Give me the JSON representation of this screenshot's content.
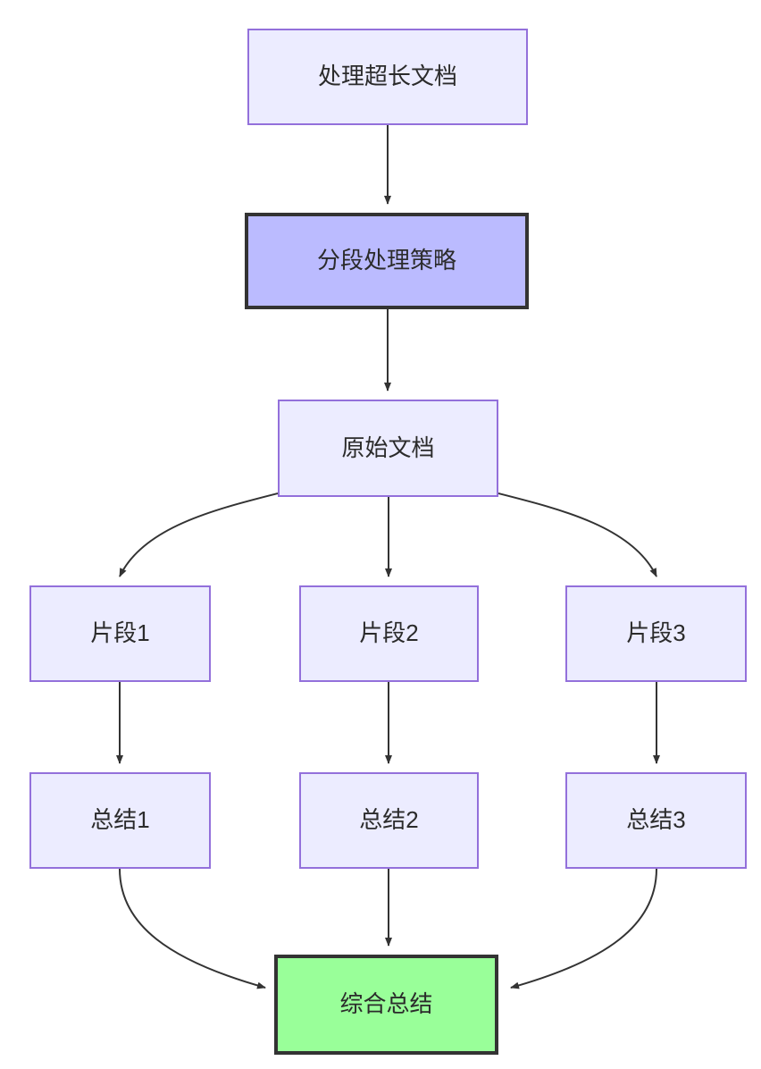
{
  "diagram": {
    "type": "flowchart",
    "direction": "top-down",
    "background_color": "#ffffff",
    "edge_color": "#333333",
    "nodes": [
      {
        "id": "root",
        "label": "处理超长文档",
        "style": "default",
        "fill": "#ECECFF",
        "stroke": "#9370DB"
      },
      {
        "id": "strategy",
        "label": "分段处理策略",
        "style": "strategy",
        "fill": "#BBBBFF",
        "stroke": "#333333"
      },
      {
        "id": "source",
        "label": "原始文档",
        "style": "default",
        "fill": "#ECECFF",
        "stroke": "#9370DB"
      },
      {
        "id": "chunk1",
        "label": "片段1",
        "style": "default",
        "fill": "#ECECFF",
        "stroke": "#9370DB"
      },
      {
        "id": "chunk2",
        "label": "片段2",
        "style": "default",
        "fill": "#ECECFF",
        "stroke": "#9370DB"
      },
      {
        "id": "chunk3",
        "label": "片段3",
        "style": "default",
        "fill": "#ECECFF",
        "stroke": "#9370DB"
      },
      {
        "id": "summary1",
        "label": "总结1",
        "style": "default",
        "fill": "#ECECFF",
        "stroke": "#9370DB"
      },
      {
        "id": "summary2",
        "label": "总结2",
        "style": "default",
        "fill": "#ECECFF",
        "stroke": "#9370DB"
      },
      {
        "id": "summary3",
        "label": "总结3",
        "style": "default",
        "fill": "#ECECFF",
        "stroke": "#9370DB"
      },
      {
        "id": "final",
        "label": "综合总结",
        "style": "final",
        "fill": "#99FF99",
        "stroke": "#333333"
      }
    ],
    "edges": [
      {
        "from": "root",
        "to": "strategy",
        "shape": "straight"
      },
      {
        "from": "strategy",
        "to": "source",
        "shape": "straight"
      },
      {
        "from": "source",
        "to": "chunk1",
        "shape": "curved"
      },
      {
        "from": "source",
        "to": "chunk2",
        "shape": "straight"
      },
      {
        "from": "source",
        "to": "chunk3",
        "shape": "curved"
      },
      {
        "from": "chunk1",
        "to": "summary1",
        "shape": "straight"
      },
      {
        "from": "chunk2",
        "to": "summary2",
        "shape": "straight"
      },
      {
        "from": "chunk3",
        "to": "summary3",
        "shape": "straight"
      },
      {
        "from": "summary1",
        "to": "final",
        "shape": "curved"
      },
      {
        "from": "summary2",
        "to": "final",
        "shape": "straight"
      },
      {
        "from": "summary3",
        "to": "final",
        "shape": "curved"
      }
    ]
  }
}
